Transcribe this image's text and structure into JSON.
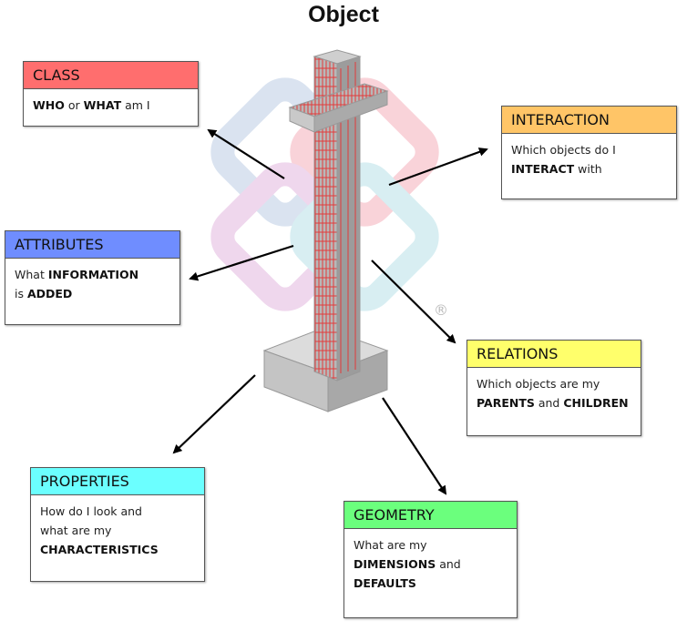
{
  "title": "Object",
  "registered_mark": "®",
  "boxes": {
    "class": {
      "label": "CLASS",
      "color": "#ff6e6e",
      "lines": [
        [
          {
            "t": "WHO",
            "b": true
          },
          {
            "t": " or "
          },
          {
            "t": "WHAT",
            "b": true
          },
          {
            "t": " am I"
          }
        ]
      ]
    },
    "interaction": {
      "label": "INTERACTION",
      "color": "#ffc567",
      "lines": [
        [
          {
            "t": "Which objects do I"
          }
        ],
        [
          {
            "t": "INTERACT",
            "b": true
          },
          {
            "t": " with"
          }
        ]
      ]
    },
    "attributes": {
      "label": "ATTRIBUTES",
      "color": "#6f8dff",
      "lines": [
        [
          {
            "t": "What "
          },
          {
            "t": "INFORMATION",
            "b": true
          }
        ],
        [
          {
            "t": "is "
          },
          {
            "t": "ADDED",
            "b": true
          }
        ]
      ]
    },
    "relations": {
      "label": "RELATIONS",
      "color": "#ffff6b",
      "lines": [
        [
          {
            "t": "Which objects are my"
          }
        ],
        [
          {
            "t": "PARENTS",
            "b": true
          },
          {
            "t": " and "
          },
          {
            "t": "CHILDREN",
            "b": true
          }
        ]
      ]
    },
    "properties": {
      "label": "PROPERTIES",
      "color": "#6bffff",
      "lines": [
        [
          {
            "t": "How do I look and"
          }
        ],
        [
          {
            "t": "what are my"
          }
        ],
        [
          {
            "t": "CHARACTERISTICS",
            "b": true
          }
        ]
      ]
    },
    "geometry": {
      "label": "GEOMETRY",
      "color": "#6bff7d",
      "lines": [
        [
          {
            "t": "What are my"
          }
        ],
        [
          {
            "t": "DIMENSIONS",
            "b": true
          },
          {
            "t": " and"
          }
        ],
        [
          {
            "t": "DEFAULTS",
            "b": true
          }
        ]
      ]
    }
  }
}
